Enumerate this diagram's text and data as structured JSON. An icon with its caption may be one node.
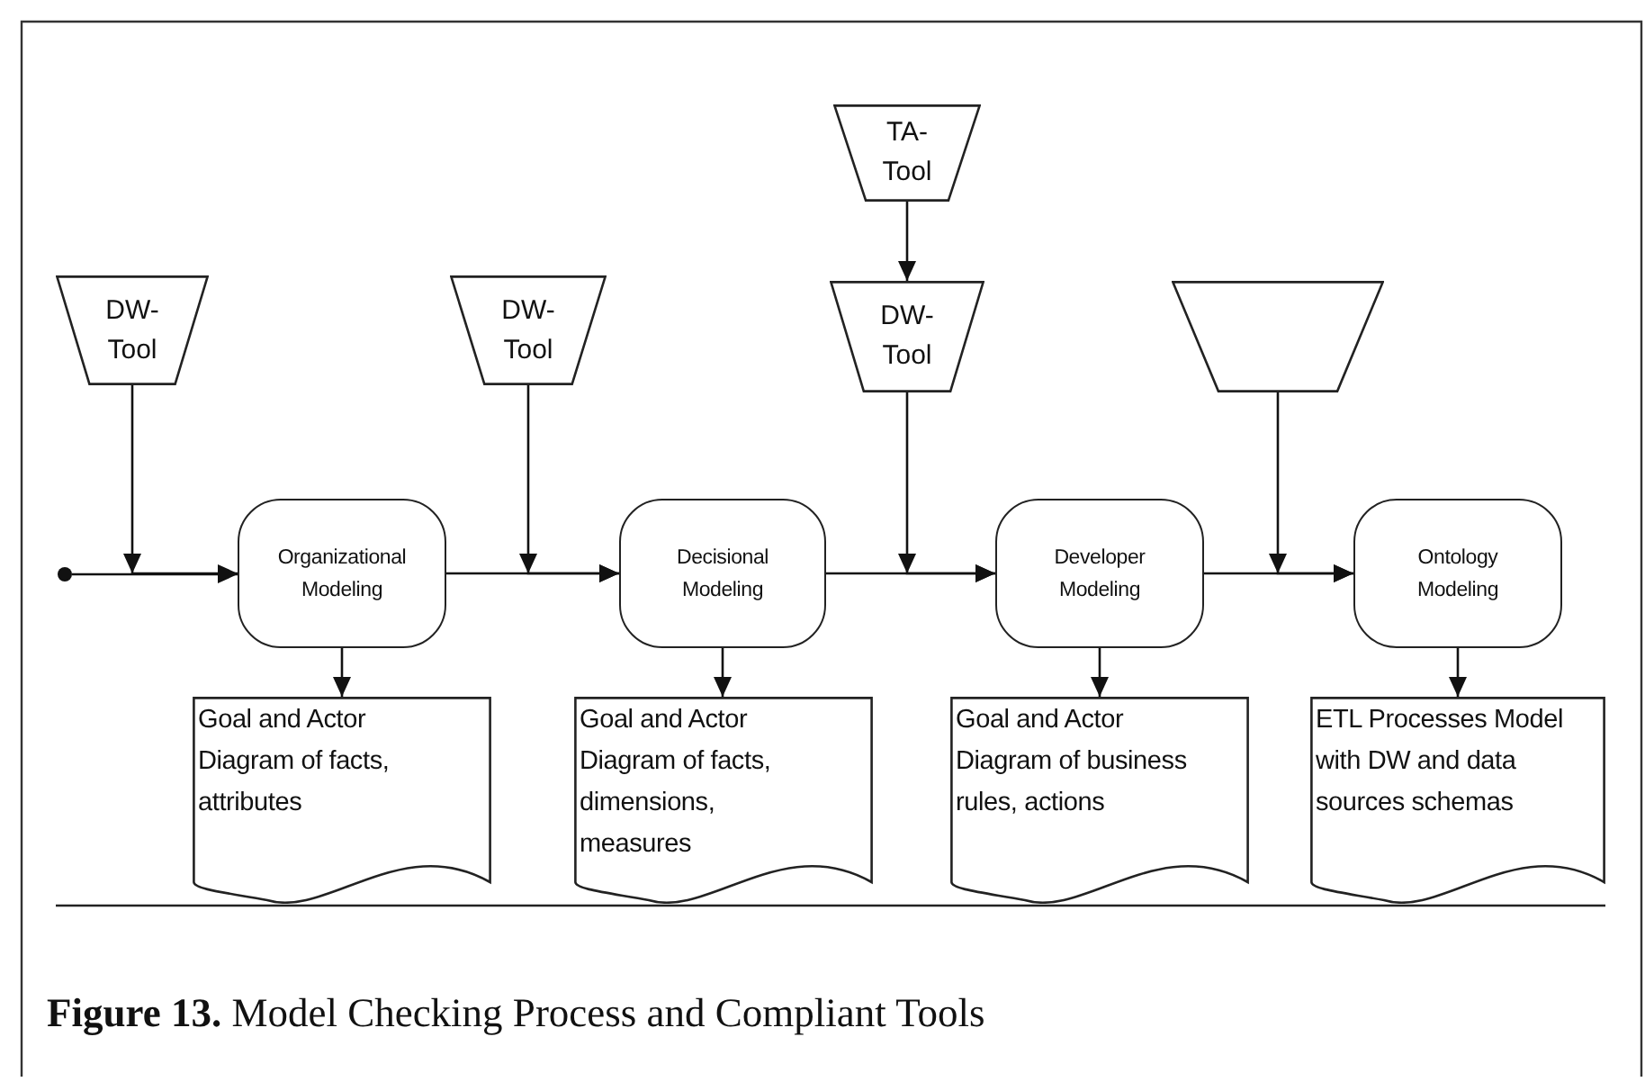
{
  "diagram": {
    "caption": "**Figure 13.** Model Checking Process and Compliant Tools",
    "nodes": [
      {
        "text": [],
        "shape": "circle"
      },
      {
        "text": [
          "DW- Tool"
        ]
      },
      {
        "text": [
          "DW- Tool"
        ]
      },
      {
        "text": [
          "TA- Tool"
        ]
      },
      {
        "text": [
          "DW- Tool"
        ]
      },
      {
        "text": [],
        "shape": "trapezoid"
      },
      {
        "text": [
          "Organizational Modeling"
        ]
      },
      {
        "text": [
          "Decisional Modeling"
        ]
      },
      {
        "text": [
          "Developer Modeling"
        ]
      },
      {
        "text": [
          "Ontology Modeling"
        ]
      },
      {
        "text": [
          "Goal and Actor Diagram of facts, attributes"
        ]
      },
      {
        "text": [
          "Goal and Actor Diagram of facts, dimensions, measures"
        ]
      },
      {
        "text": [
          "Goal and Actor Diagram of business rules, actions"
        ]
      },
      {
        "text": [
          "ETL Processes Model with DW and data sources schemas"
        ]
      }
    ],
    "edges": [
      {
        "from": 0,
        "to": 6,
        "arrow": "to"
      },
      {
        "from": 1,
        "to": 6,
        "arrow": "to"
      },
      {
        "from": 6,
        "to": 7,
        "arrow": "to"
      },
      {
        "from": 2,
        "to": 7,
        "arrow": "to"
      },
      {
        "from": 3,
        "to": 4,
        "arrow": "to"
      },
      {
        "from": 7,
        "to": 8,
        "arrow": "to"
      },
      {
        "from": 4,
        "to": 8,
        "arrow": "to"
      },
      {
        "from": 8,
        "to": 9,
        "arrow": "to"
      },
      {
        "from": 5,
        "to": 9,
        "arrow": "to"
      },
      {
        "from": 6,
        "to": 10,
        "arrow": "to"
      },
      {
        "from": 7,
        "to": 11,
        "arrow": "to"
      },
      {
        "from": 8,
        "to": 12,
        "arrow": "to"
      },
      {
        "from": 9,
        "to": 13,
        "arrow": "to"
      }
    ]
  }
}
